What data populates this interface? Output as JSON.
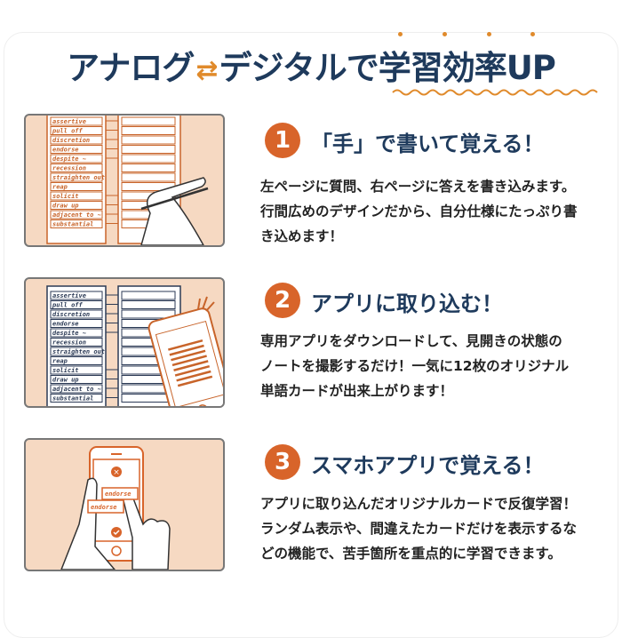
{
  "title": {
    "part1": "アナログ",
    "arrows": "⇄",
    "part2": "デジタルで",
    "highlight": "学習効率UP"
  },
  "colors": {
    "navy": "#1e3a5c",
    "orange": "#d8642a",
    "panel": "#f6d9c2",
    "accent": "#e08a2b"
  },
  "notebook_words": [
    "assertive",
    "pull off",
    "discretion",
    "endorse",
    "despite ~",
    "recession",
    "straighten out",
    "reap",
    "solicit",
    "draw up",
    "adjacent to ~",
    "substantial"
  ],
  "steps": [
    {
      "number": "1",
      "heading": "「手」で書いて覚える！",
      "lines": [
        "左ページに質問、右ページに答えを書き込みます。",
        "行間広めのデザインだから、自分仕様にたっぷり書",
        "き込めます！"
      ]
    },
    {
      "number": "2",
      "heading": "アプリに取り込む！",
      "lines": [
        "専用アプリをダウンロードして、見開きの状態の",
        "ノートを撮影するだけ！一気に12枚のオリジナル",
        "単語カードが出来上がります！"
      ]
    },
    {
      "number": "3",
      "heading": "スマホアプリで覚える！",
      "lines": [
        "アプリに取り込んだオリジナルカードで反復学習！",
        "ランダム表示や、間違えたカードだけを表示するな",
        "どの機能で、苦手箇所を重点的に学習できます。"
      ]
    }
  ],
  "card_words": [
    "endorse",
    "endorse"
  ]
}
